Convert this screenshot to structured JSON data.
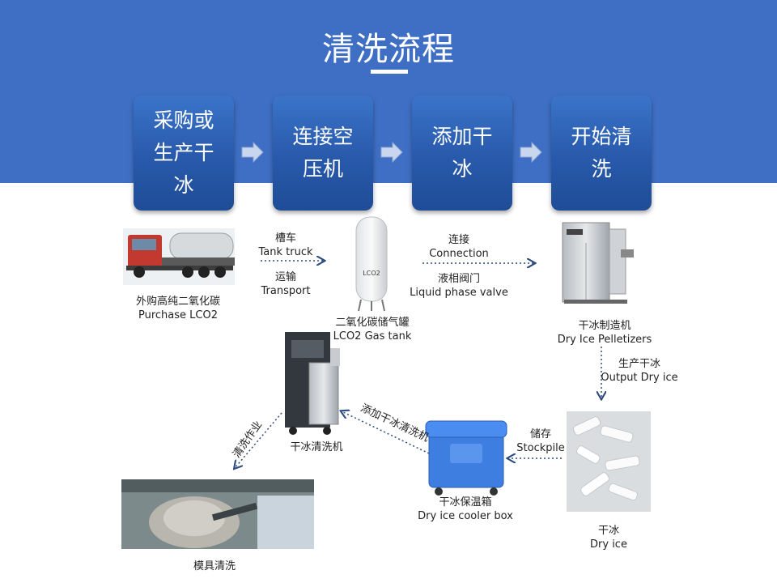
{
  "title": "清洗流程",
  "steps": [
    {
      "line1": "采购或",
      "line2": "生产干",
      "line3": "冰"
    },
    {
      "line1": "连接空",
      "line2": "压机"
    },
    {
      "line1": "添加干",
      "line2": "冰"
    },
    {
      "line1": "开始清",
      "line2": "洗"
    }
  ],
  "nodes": {
    "truck": {
      "cn": "外购高纯二氧化碳",
      "en": "Purchase LCO2"
    },
    "tank": {
      "cn": "二氧化碳储气罐",
      "en": "LCO2 Gas tank",
      "marking": "LCO2"
    },
    "pelletizer": {
      "cn": "干冰制造机",
      "en": "Dry Ice Pelletizers"
    },
    "dry_ice": {
      "cn": "干冰",
      "en": "Dry ice"
    },
    "cooler": {
      "cn": "干冰保温箱",
      "en": "Dry ice cooler box"
    },
    "blaster": {
      "cn": "干冰清洗机"
    },
    "mold": {
      "cn": "模具清洗"
    }
  },
  "edges": {
    "truck_tank": {
      "cn1": "槽车",
      "en1": "Tank truck",
      "cn2": "运输",
      "en2": "Transport"
    },
    "tank_pelletizer": {
      "cn1": "连接",
      "en1": "Connection",
      "cn2": "液相阀门",
      "en2": "Liquid phase valve"
    },
    "pelletizer_dryice": {
      "cn": "生产干冰",
      "en": "Output Dry ice"
    },
    "dryice_cooler": {
      "cn": "储存",
      "en": "Stockpile"
    },
    "cooler_blaster": {
      "cn": "添加干冰清洗机"
    },
    "blaster_mold": {
      "cn": "清洗作业"
    }
  },
  "colors": {
    "band": "#3f6fc4",
    "step": "#2859ab",
    "arrow": "#2c4a7e"
  }
}
